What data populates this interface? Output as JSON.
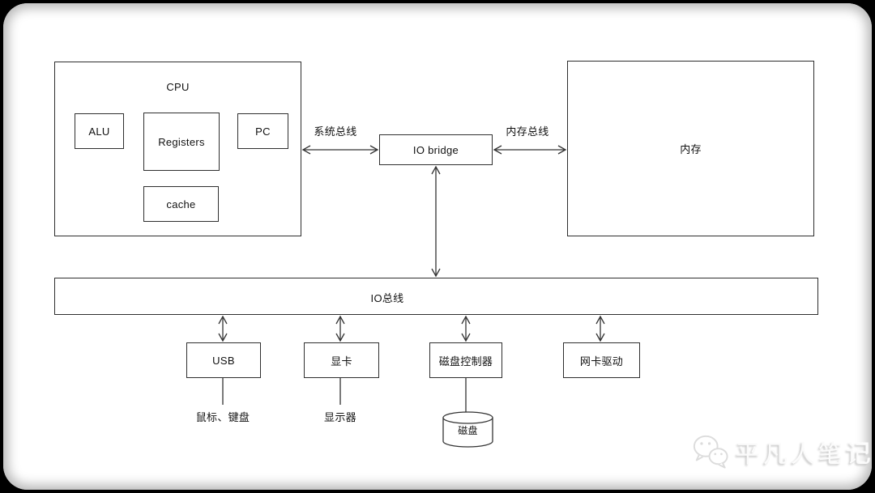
{
  "nodes": {
    "cpu_title": "CPU",
    "alu": "ALU",
    "registers": "Registers",
    "pc": "PC",
    "cache": "cache",
    "io_bridge": "IO bridge",
    "memory": "内存",
    "io_bus": "IO总线",
    "usb": "USB",
    "graphics_card": "显卡",
    "disk_controller": "磁盘控制器",
    "nic_driver": "网卡驱动"
  },
  "bus_labels": {
    "system_bus": "系统总线",
    "memory_bus": "内存总线"
  },
  "peripherals": {
    "mouse_keyboard": "鼠标、键盘",
    "monitor": "显示器",
    "disk": "磁盘"
  },
  "watermark": {
    "brand": "平凡人笔记",
    "icon": "wechat-icon"
  },
  "colors": {
    "page_bg": "#000000",
    "panel_bg": "#ffffff",
    "line": "#333333",
    "box_border": "#2e2e2e",
    "watermark_text": "#fbfbfb"
  }
}
